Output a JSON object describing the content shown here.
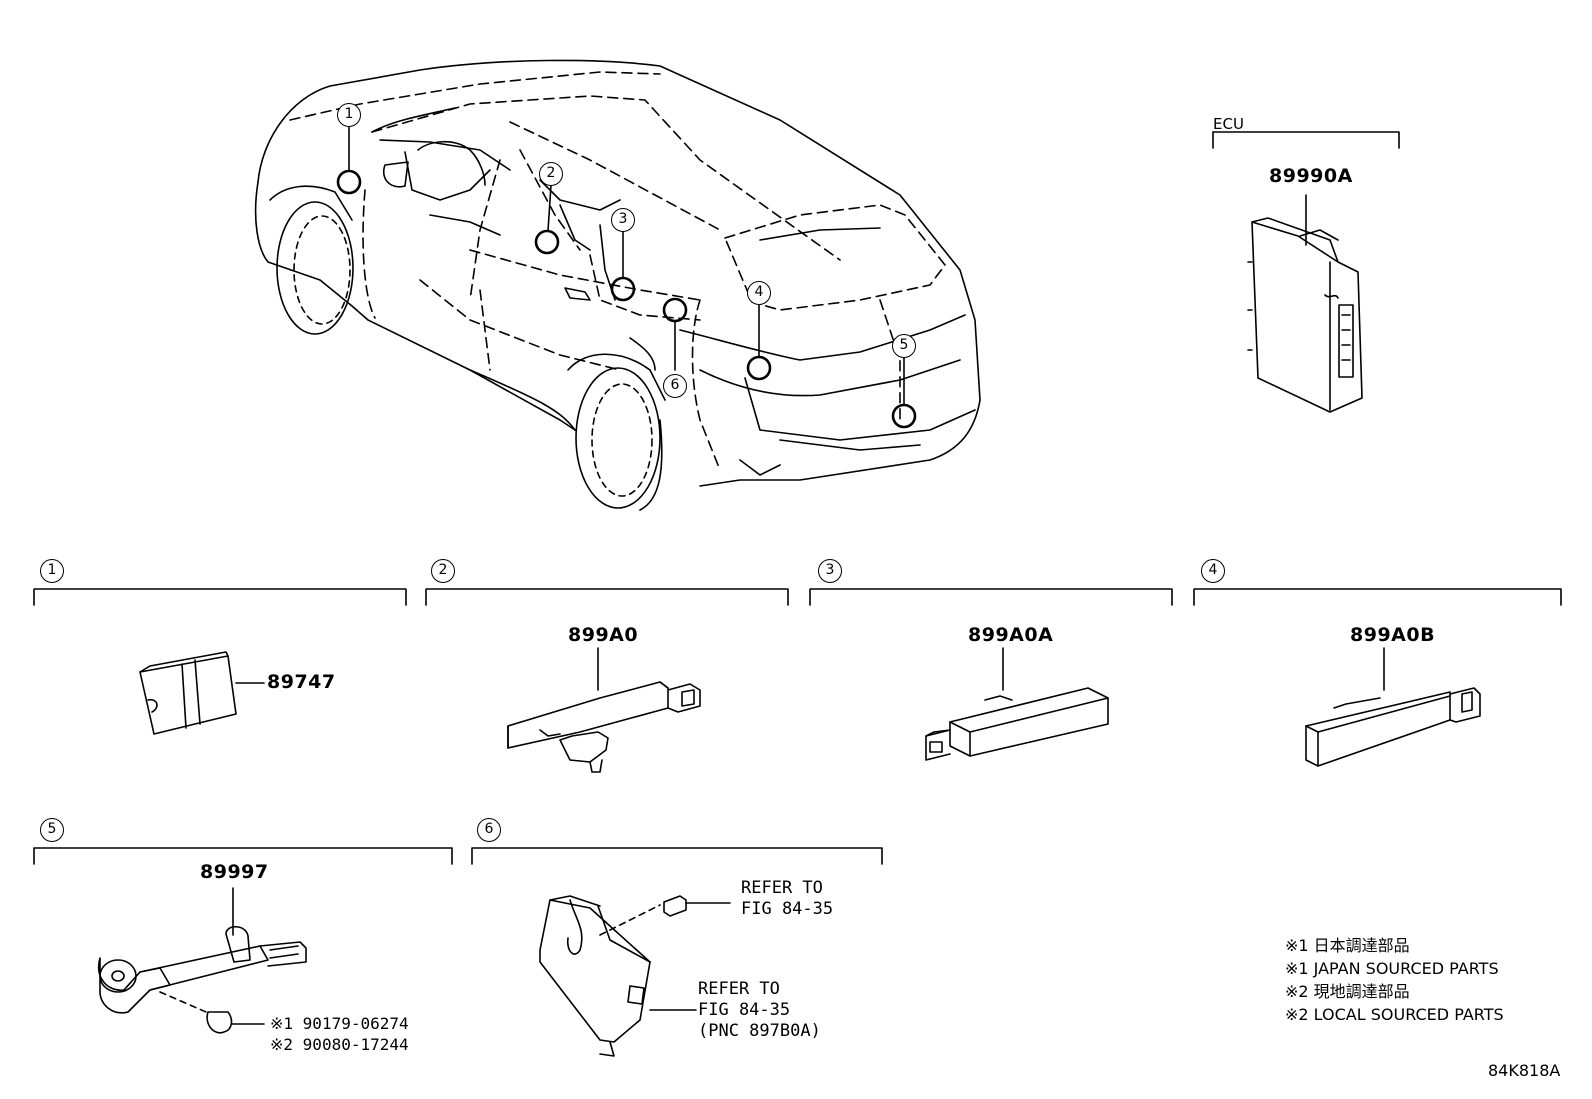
{
  "callouts": {
    "c1": "1",
    "c2": "2",
    "c3": "3",
    "c4": "4",
    "c5": "5",
    "c6": "6"
  },
  "ecu": {
    "group_label": "ECU",
    "part_number": "89990A"
  },
  "sections": {
    "s1": {
      "number": "1",
      "part_number": "89747"
    },
    "s2": {
      "number": "2",
      "part_number": "899A0"
    },
    "s3": {
      "number": "3",
      "part_number": "899A0A"
    },
    "s4": {
      "number": "4",
      "part_number": "899A0B"
    },
    "s5": {
      "number": "5",
      "part_number": "89997",
      "clip_line1": "※1 90179-06274",
      "clip_line2": "※2 90080-17244"
    },
    "s6": {
      "number": "6",
      "refer1_line1": "REFER TO",
      "refer1_line2": "FIG 84-35",
      "refer2_line1": "REFER TO",
      "refer2_line2": "FIG 84-35",
      "refer2_line3": "(PNC 897B0A)"
    }
  },
  "notes": [
    "※1 日本調達部品",
    "※1 JAPAN SOURCED PARTS",
    "※2 現地調達部品",
    "※2 LOCAL SOURCED PARTS"
  ],
  "illustration_code": "84K818A"
}
